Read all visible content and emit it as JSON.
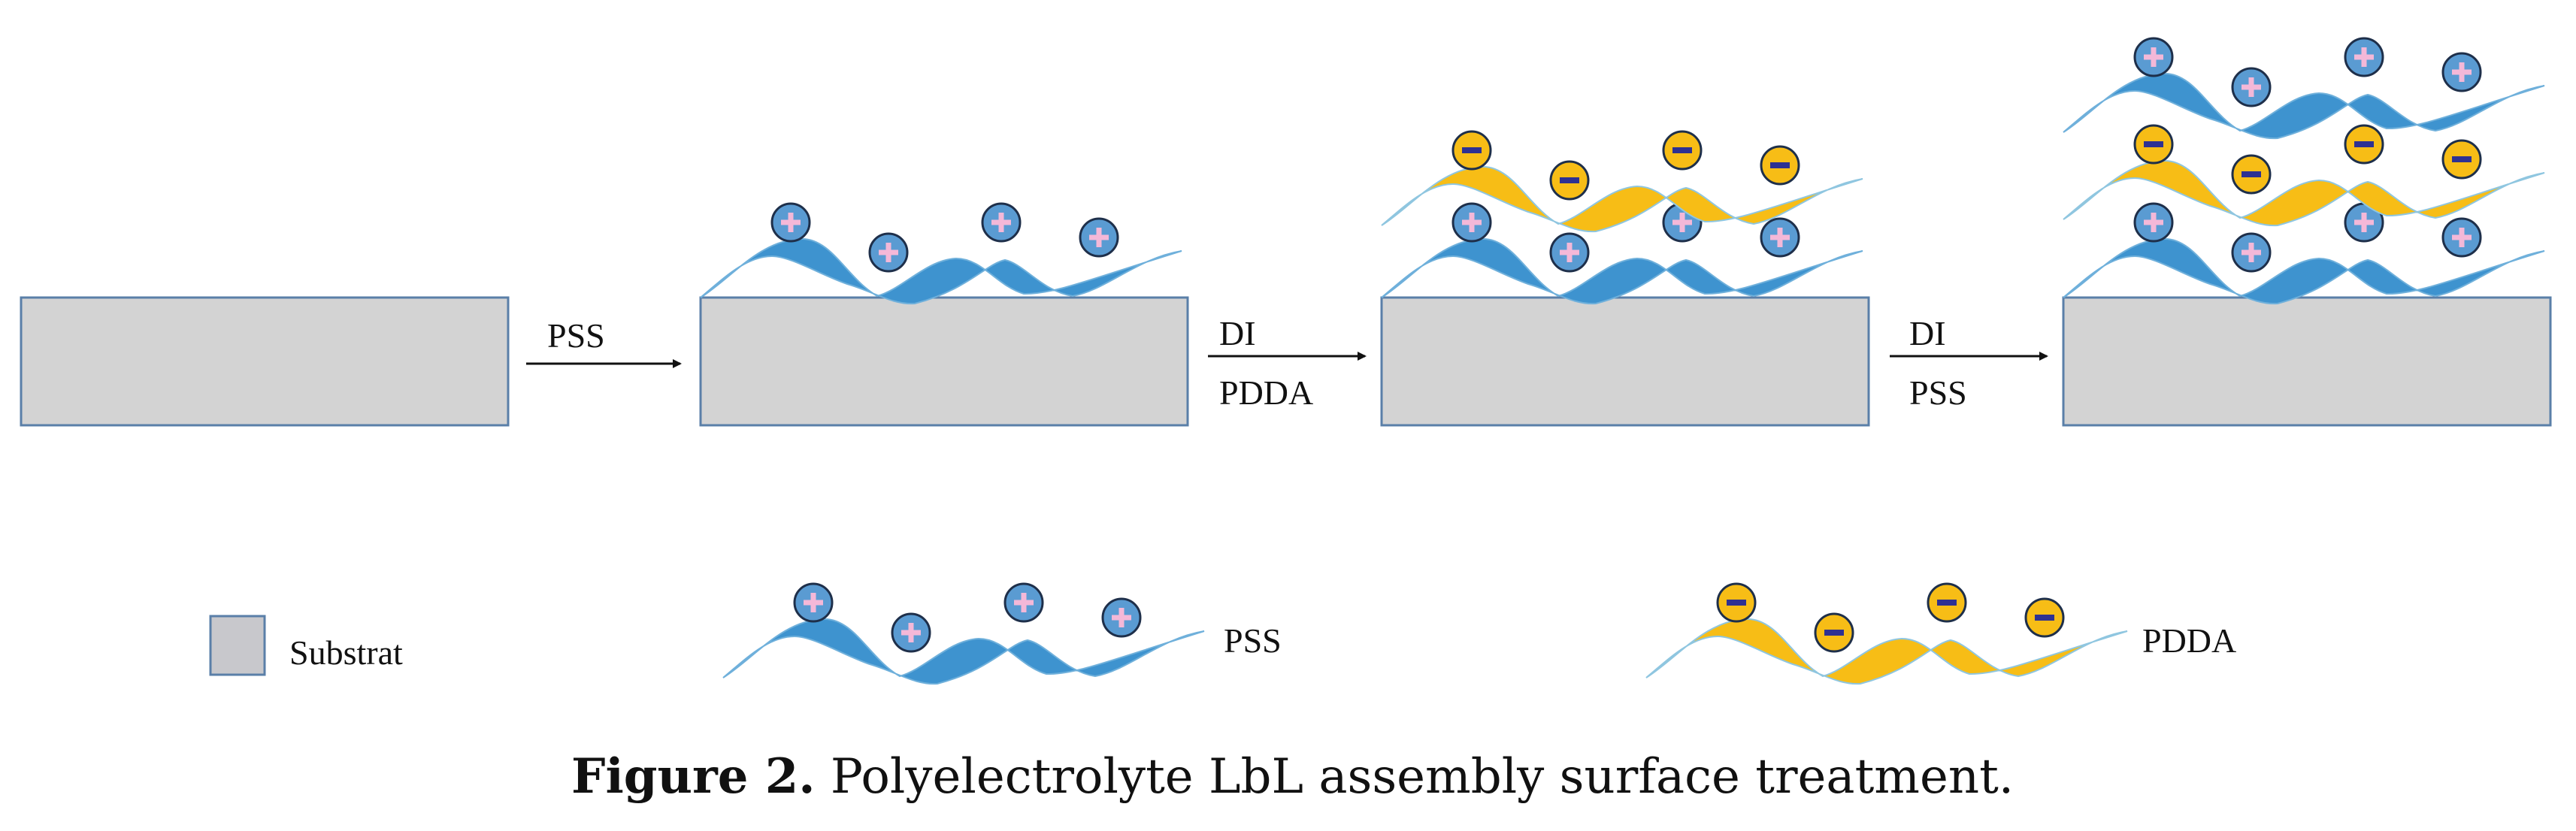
{
  "colors": {
    "substrate_fill": "#D3D3D3",
    "substrate_stroke": "#5A7FA8",
    "pss_fill": "#3E93CF",
    "pss_stroke": "#6FB0DB",
    "pdda_fill": "#F7BD16",
    "pdda_stroke": "#8FC6E0",
    "cation_fill": "#5A9BD2",
    "cation_sign": "#F4B8D8",
    "anion_fill": "#F7BD16",
    "anion_sign": "#2E3192",
    "ion_stroke": "#1E2F4A"
  },
  "steps": {
    "step1_label": "PSS",
    "step2_label_top": "DI",
    "step2_label_bottom": "PDDA",
    "step3_label_top": "DI",
    "step3_label_bottom": "PSS"
  },
  "legend": {
    "substrate_label": "Substrat",
    "pss_label": "PSS",
    "pdda_label": "PDDA",
    "substrate_icon": "gray-square-icon",
    "pss_icon": "pss-chain-icon",
    "pdda_icon": "pdda-chain-icon"
  },
  "caption": {
    "prefix": "Figure 2.",
    "text": " Polyelectrolyte LbL assembly surface treatment."
  }
}
